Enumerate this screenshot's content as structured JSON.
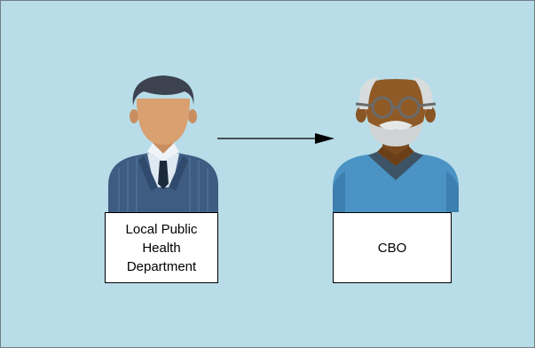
{
  "diagram": {
    "nodes": [
      {
        "id": "health-dept",
        "label": "Local Public Health Department",
        "figure": "man-in-suit-icon"
      },
      {
        "id": "cbo",
        "label": "CBO",
        "figure": "elderly-man-with-glasses-icon"
      }
    ],
    "edges": [
      {
        "from": "health-dept",
        "to": "cbo"
      }
    ]
  },
  "colors": {
    "background": "#b8dde8",
    "label_box": "#ffffff",
    "suit": "#3e5c82",
    "sweater": "#4a93c4",
    "arrow": "#000000"
  }
}
